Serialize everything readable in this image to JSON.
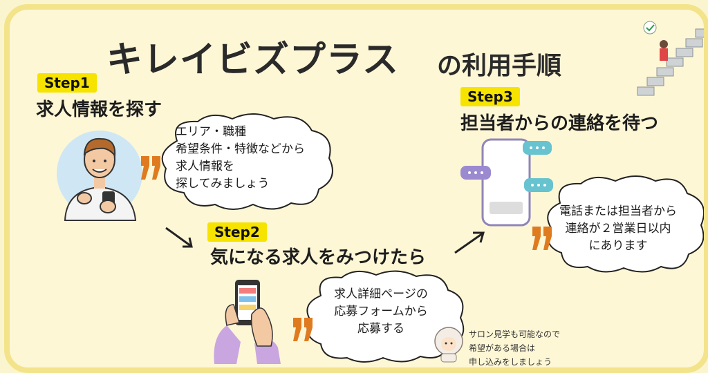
{
  "title": {
    "main": "キレイビズプラス",
    "sub": "の利用手順"
  },
  "steps": [
    {
      "badge": "Step1",
      "heading": "求人情報を探す",
      "bubble": [
        "エリア・職種",
        "希望条件・特徴などから",
        "求人情報を",
        "探してみましょう"
      ]
    },
    {
      "badge": "Step2",
      "heading": "気になる求人をみつけたら",
      "bubble": [
        "求人詳細ページの",
        "応募フォームから",
        "応募する"
      ]
    },
    {
      "badge": "Step3",
      "heading": "担当者からの連絡を待つ",
      "bubble": [
        "電話または担当者から",
        "連絡が２営業日以内",
        "にあります"
      ]
    }
  ],
  "note": [
    "サロン見学も可能なので",
    "希望がある場合は",
    "申し込みをしましょう"
  ],
  "colors": {
    "background": "#fdf7d6",
    "border": "#f3e38a",
    "badge": "#f6e300",
    "quote": "#e07a1f"
  }
}
